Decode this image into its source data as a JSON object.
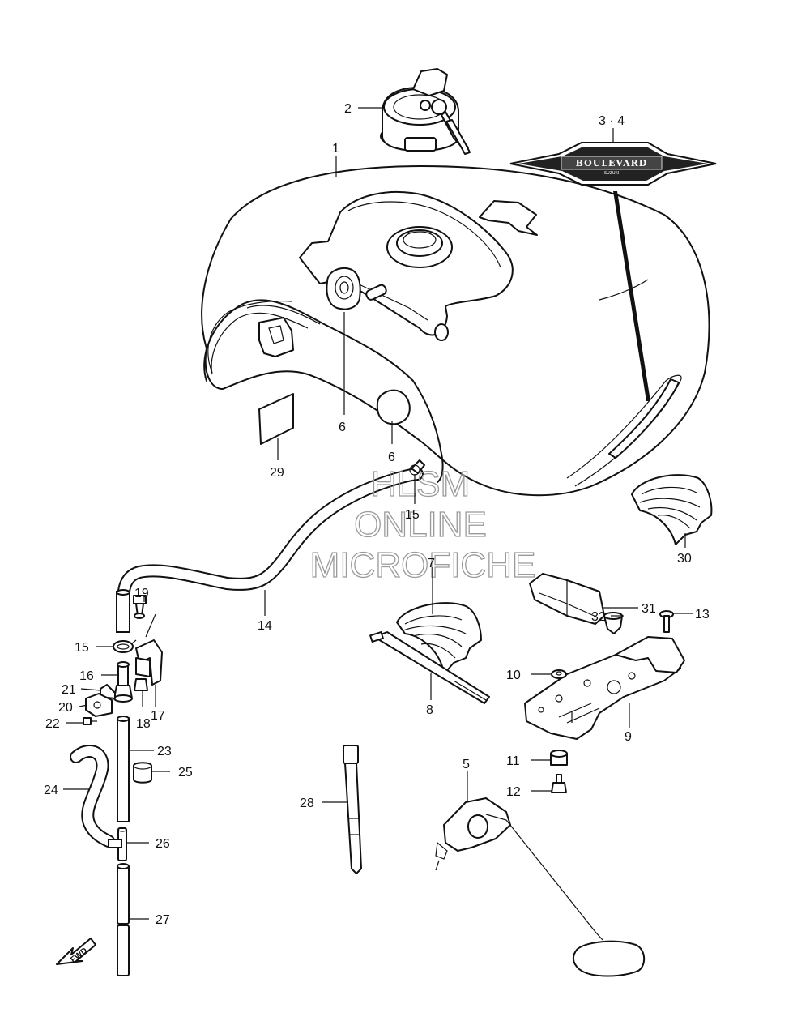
{
  "watermark": {
    "line1": "HLSM",
    "line2": "ONLINE",
    "line3": "MICROFICHE"
  },
  "badge": {
    "text": "BOULEVARD",
    "subtext": "SUZUKI"
  },
  "fwd_label": "FWD",
  "callouts": [
    {
      "id": "c1",
      "label": "1"
    },
    {
      "id": "c2",
      "label": "2"
    },
    {
      "id": "c34",
      "label": "3 · 4"
    },
    {
      "id": "c5",
      "label": "5"
    },
    {
      "id": "c6a",
      "label": "6"
    },
    {
      "id": "c6b",
      "label": "6"
    },
    {
      "id": "c7",
      "label": "7"
    },
    {
      "id": "c8",
      "label": "8"
    },
    {
      "id": "c9",
      "label": "9"
    },
    {
      "id": "c10",
      "label": "10"
    },
    {
      "id": "c11",
      "label": "11"
    },
    {
      "id": "c12",
      "label": "12"
    },
    {
      "id": "c13",
      "label": "13"
    },
    {
      "id": "c14",
      "label": "14"
    },
    {
      "id": "c15a",
      "label": "15"
    },
    {
      "id": "c15b",
      "label": "15"
    },
    {
      "id": "c16",
      "label": "16"
    },
    {
      "id": "c17",
      "label": "17"
    },
    {
      "id": "c18",
      "label": "18"
    },
    {
      "id": "c19",
      "label": "19"
    },
    {
      "id": "c20",
      "label": "20"
    },
    {
      "id": "c21",
      "label": "21"
    },
    {
      "id": "c22",
      "label": "22"
    },
    {
      "id": "c23",
      "label": "23"
    },
    {
      "id": "c24",
      "label": "24"
    },
    {
      "id": "c25",
      "label": "25"
    },
    {
      "id": "c26",
      "label": "26"
    },
    {
      "id": "c27",
      "label": "27"
    },
    {
      "id": "c28",
      "label": "28"
    },
    {
      "id": "c29",
      "label": "29"
    },
    {
      "id": "c30",
      "label": "30"
    },
    {
      "id": "c31",
      "label": "31"
    },
    {
      "id": "c32",
      "label": "32"
    }
  ]
}
